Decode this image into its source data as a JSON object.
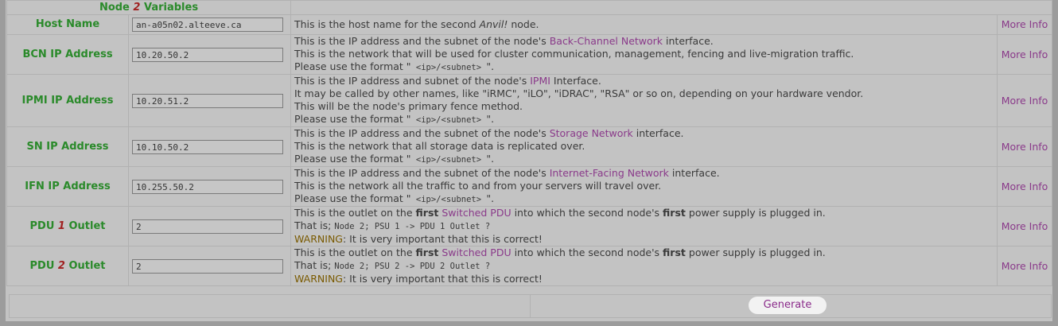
{
  "header": {
    "title_pre": "Node ",
    "title_num": "2",
    "title_post": " Variables"
  },
  "rows": [
    {
      "label": "Host Name",
      "value": "an-a05n02.alteeve.ca",
      "more": "More Info",
      "desc": {
        "a": "This is the host name for the second ",
        "b": "Anvil!",
        "c": " node."
      }
    },
    {
      "label": "BCN IP Address",
      "value": "10.20.50.2",
      "more": "More Info",
      "l1a": "This is the IP address and the subnet of the node's ",
      "l1link": "Back-Channel Network",
      "l1b": " interface.",
      "l2": "This is the network that will be used for cluster communication, management, fencing and live-migration traffic.",
      "l3a": "Please use the format \"",
      "l3code": " <ip>/<subnet> ",
      "l3b": "\"."
    },
    {
      "label": "IPMI IP Address",
      "value": "10.20.51.2",
      "more": "More Info",
      "l1a": "This is the IP address and subnet of the node's ",
      "l1link": "IPMI",
      "l1b": " Interface.",
      "l2": "It may be called by other names, like \"iRMC\", \"iLO\", \"iDRAC\", \"RSA\" or so on, depending on your hardware vendor.",
      "l3": "This will be the node's primary fence method.",
      "l4a": "Please use the format \"",
      "l4code": " <ip>/<subnet> ",
      "l4b": "\"."
    },
    {
      "label": "SN IP Address",
      "value": "10.10.50.2",
      "more": "More Info",
      "l1a": "This is the IP address and the subnet of the node's ",
      "l1link": "Storage Network",
      "l1b": " interface.",
      "l2": "This is the network that all storage data is replicated over.",
      "l3a": "Please use the format \"",
      "l3code": " <ip>/<subnet> ",
      "l3b": "\"."
    },
    {
      "label": "IFN IP Address",
      "value": "10.255.50.2",
      "more": "More Info",
      "l1a": "This is the IP address and the subnet of the node's ",
      "l1link": "Internet-Facing Network",
      "l1b": " interface.",
      "l2": "This is the network all the traffic to and from your servers will travel over.",
      "l3a": "Please use the format \"",
      "l3code": " <ip>/<subnet> ",
      "l3b": "\"."
    },
    {
      "label_pre": "PDU ",
      "label_num": "1",
      "label_post": " Outlet",
      "value": "2",
      "more": "More Info",
      "l1a": "This is the outlet on the ",
      "l1b": "first",
      "l1c": " ",
      "l1link": "Switched PDU",
      "l1d": " into which the second node's ",
      "l1e": "first",
      "l1f": " power supply is plugged in.",
      "l2a": "That is; ",
      "l2code": "Node 2; PSU 1 -> PDU 1 Outlet ?",
      "warn": "WARNING",
      "warn_text": ": It is very important that this is correct!"
    },
    {
      "label_pre": "PDU ",
      "label_num": "2",
      "label_post": " Outlet",
      "value": "2",
      "more": "More Info",
      "l1a": "This is the outlet on the ",
      "l1b": "first",
      "l1c": " ",
      "l1link": "Switched PDU",
      "l1d": " into which the second node's ",
      "l1e": "first",
      "l1f": " power supply is plugged in.",
      "l2a": "That is; ",
      "l2code": "Node 2; PSU 2 -> PDU 2 Outlet ?",
      "warn": "WARNING",
      "warn_text": ": It is very important that this is correct!"
    }
  ],
  "footer": {
    "generate": "Generate"
  }
}
